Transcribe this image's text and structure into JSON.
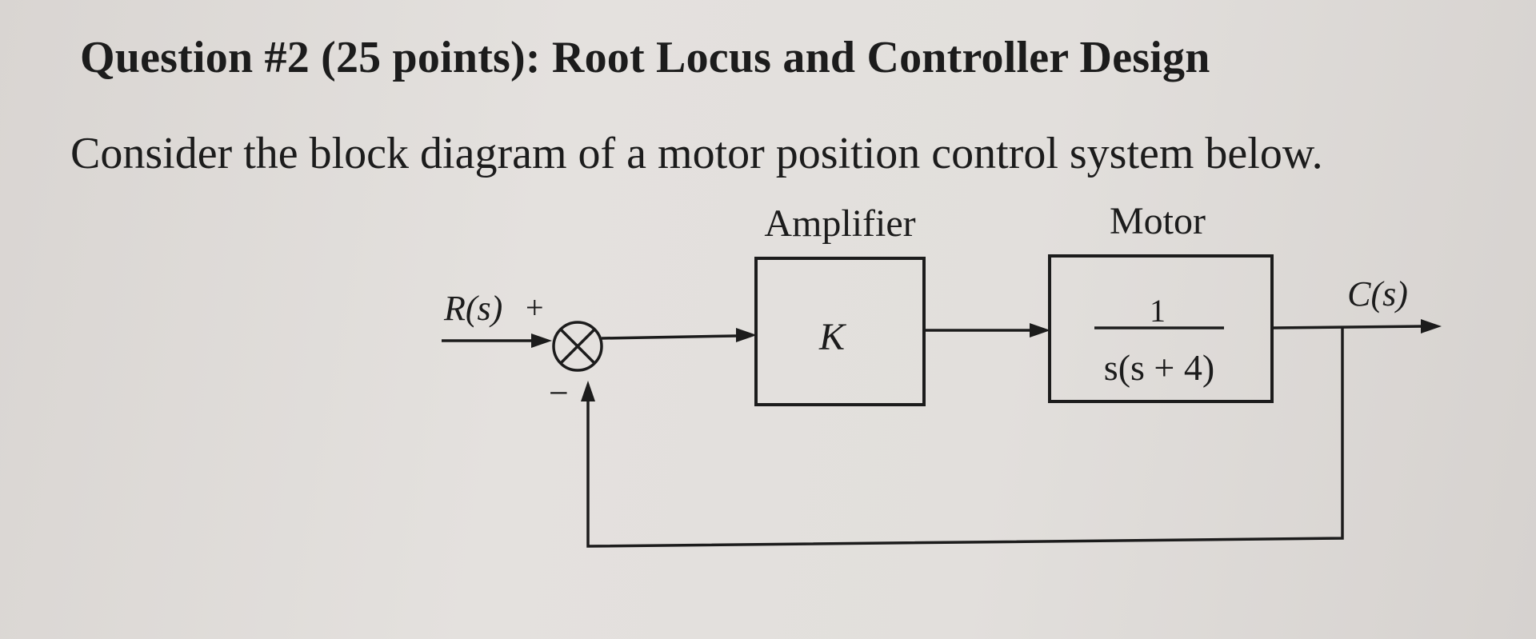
{
  "question": {
    "heading": "Question #2 (25 points): Root Locus and Controller Design",
    "intro": "Consider the block diagram of a motor position control system below."
  },
  "diagram": {
    "blocks": [
      {
        "id": "amplifier",
        "title": "Amplifier",
        "content": "K"
      },
      {
        "id": "motor",
        "title": "Motor",
        "numerator": "1",
        "denominator": "s(s + 4)"
      }
    ],
    "input_label": "R(s)",
    "output_label": "C(s)",
    "summing_junction": {
      "plus_sign": "+",
      "minus_sign": "−"
    }
  }
}
